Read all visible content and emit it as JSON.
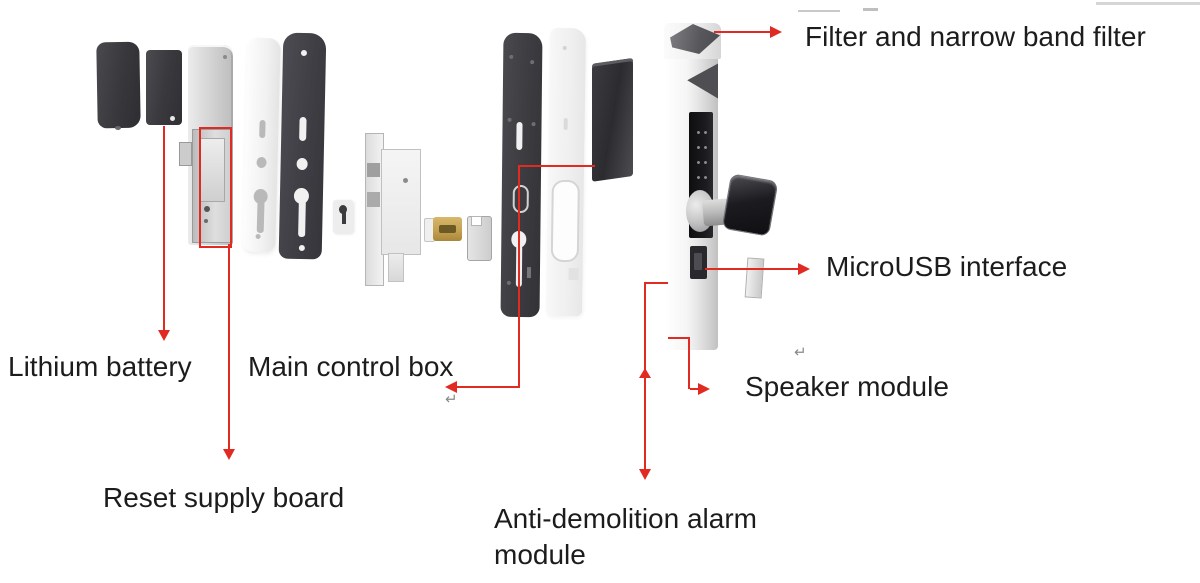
{
  "diagram": {
    "labels": {
      "filter": "Filter and narrow band filter",
      "micro_usb": "MicroUSB interface",
      "speaker": "Speaker module",
      "anti_demolition": "Anti-demolition alarm module",
      "lithium_battery": "Lithium battery",
      "main_control_box": "Main control box",
      "reset_supply_board": "Reset supply board"
    },
    "symbols": {
      "return_mark": "↵"
    },
    "colors": {
      "annotation_red": "#e02a22",
      "label_text": "#1c1c1c",
      "background": "#ffffff"
    }
  }
}
